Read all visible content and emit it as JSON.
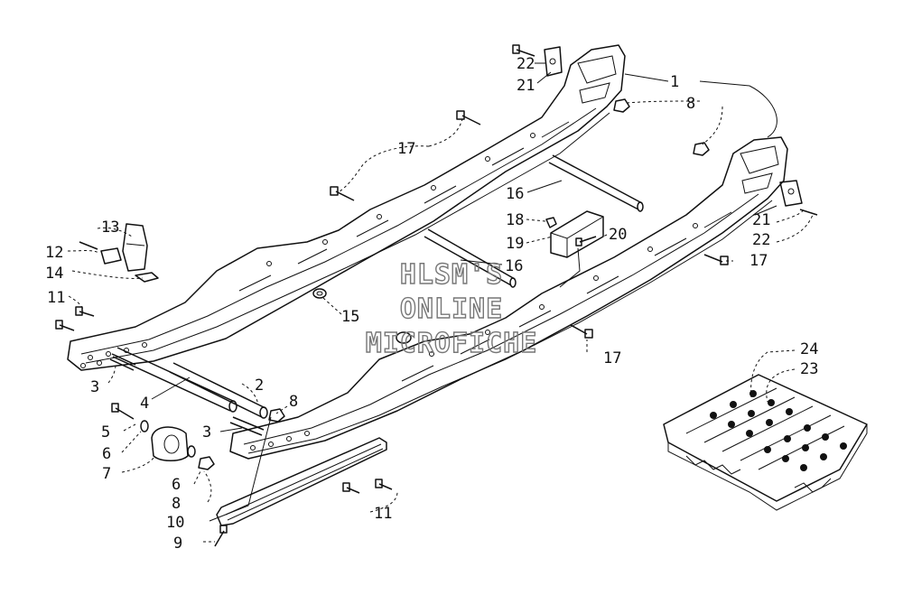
{
  "watermark": {
    "line1": "HLSM'S",
    "line2": "ONLINE",
    "line3": "MICROFICHE"
  },
  "callouts": {
    "c1": "1",
    "c2": "2",
    "c3a": "3",
    "c3b": "3",
    "c4": "4",
    "c5": "5",
    "c6a": "6",
    "c6b": "6",
    "c7": "7",
    "c8a": "8",
    "c8b": "8",
    "c8c": "8",
    "c9": "9",
    "c10": "10",
    "c11a": "11",
    "c11b": "11",
    "c12": "12",
    "c13": "13",
    "c14": "14",
    "c15": "15",
    "c16a": "16",
    "c16b": "16",
    "c17a": "17",
    "c17b": "17",
    "c17c": "17",
    "c18": "18",
    "c19": "19",
    "c20": "20",
    "c21a": "21",
    "c21b": "21",
    "c22a": "22",
    "c22b": "22",
    "c23": "23",
    "c24": "24"
  }
}
